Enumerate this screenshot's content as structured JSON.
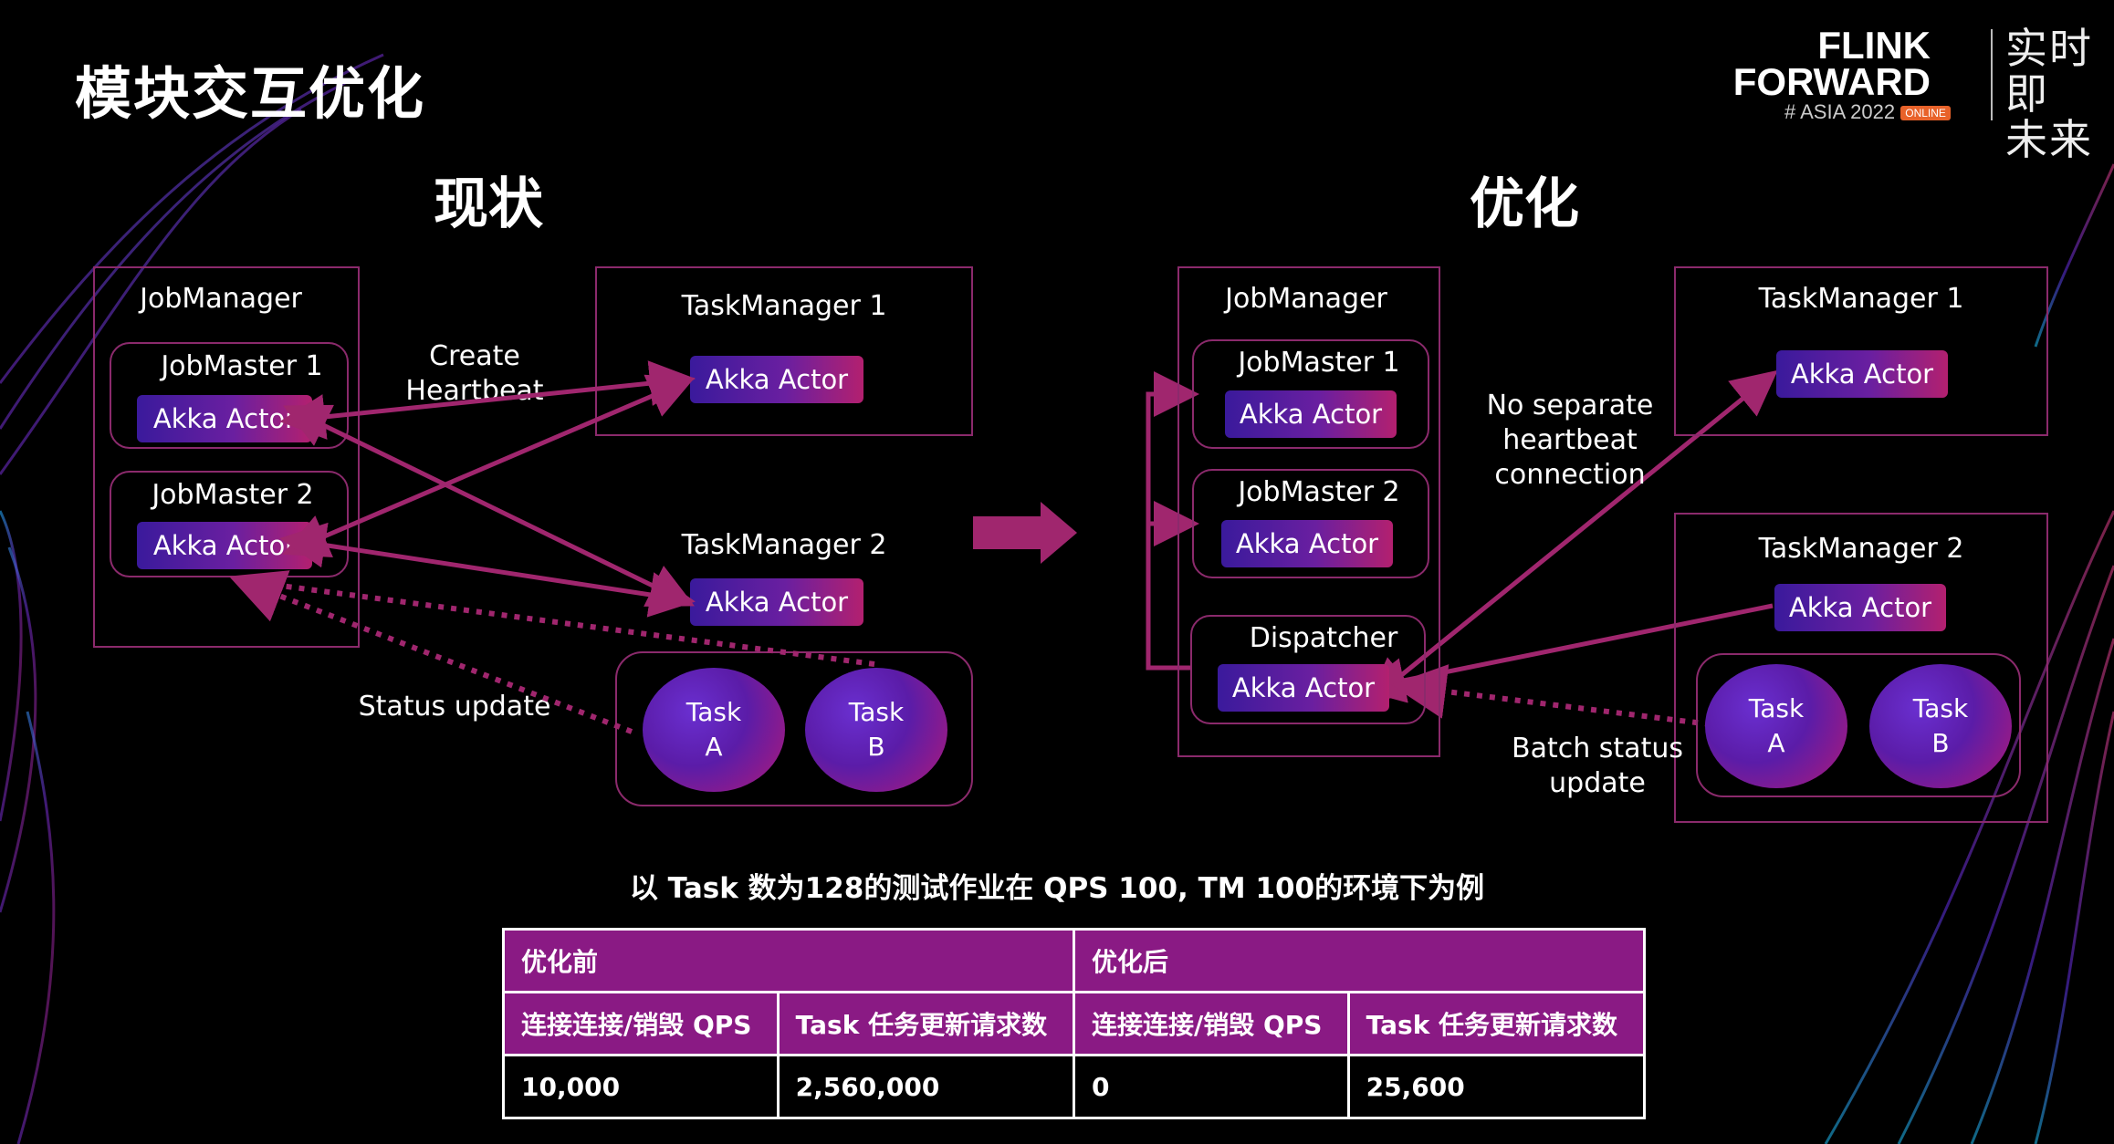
{
  "slide": {
    "title": "模块交互优化",
    "logo": {
      "line1": "FLINK",
      "line2": "FORWARD",
      "tag": "# ASIA 2022",
      "online": "ONLINE",
      "slogan_line1": "实时即",
      "slogan_line2": "未来"
    }
  },
  "left": {
    "heading": "现状",
    "job_manager": "JobManager",
    "job_master_1": "JobMaster 1",
    "job_master_2": "JobMaster 2",
    "task_manager_1": "TaskManager 1",
    "task_manager_2": "TaskManager 2",
    "actor": "Akka Actor",
    "note_heartbeat_1": "Create",
    "note_heartbeat_2": "Heartbeat",
    "note_status": "Status update",
    "task_word": "Task",
    "task_a": "A",
    "task_b": "B"
  },
  "right": {
    "heading": "优化",
    "job_manager": "JobManager",
    "job_master_1": "JobMaster 1",
    "job_master_2": "JobMaster 2",
    "dispatcher": "Dispatcher",
    "task_manager_1": "TaskManager 1",
    "task_manager_2": "TaskManager 2",
    "actor": "Akka Actor",
    "note_line1": "No separate",
    "note_line2": "heartbeat",
    "note_line3": "connection",
    "note_batch": "Batch status update",
    "task_word": "Task",
    "task_a": "A",
    "task_b": "B"
  },
  "comparison": {
    "caption": "以 Task 数为128的测试作业在 QPS 100, TM 100的环境下为例",
    "before": "优化前",
    "after": "优化后",
    "col_connect": "连接连接/销毁 QPS",
    "col_task": "Task 任务更新请求数",
    "before_connect": "10,000",
    "before_task": "2,560,000",
    "after_connect": "0",
    "after_task": "25,600"
  },
  "colors": {
    "accent": "#a0266e",
    "border": "#8b2a6c",
    "table_header": "#8a1a84"
  }
}
